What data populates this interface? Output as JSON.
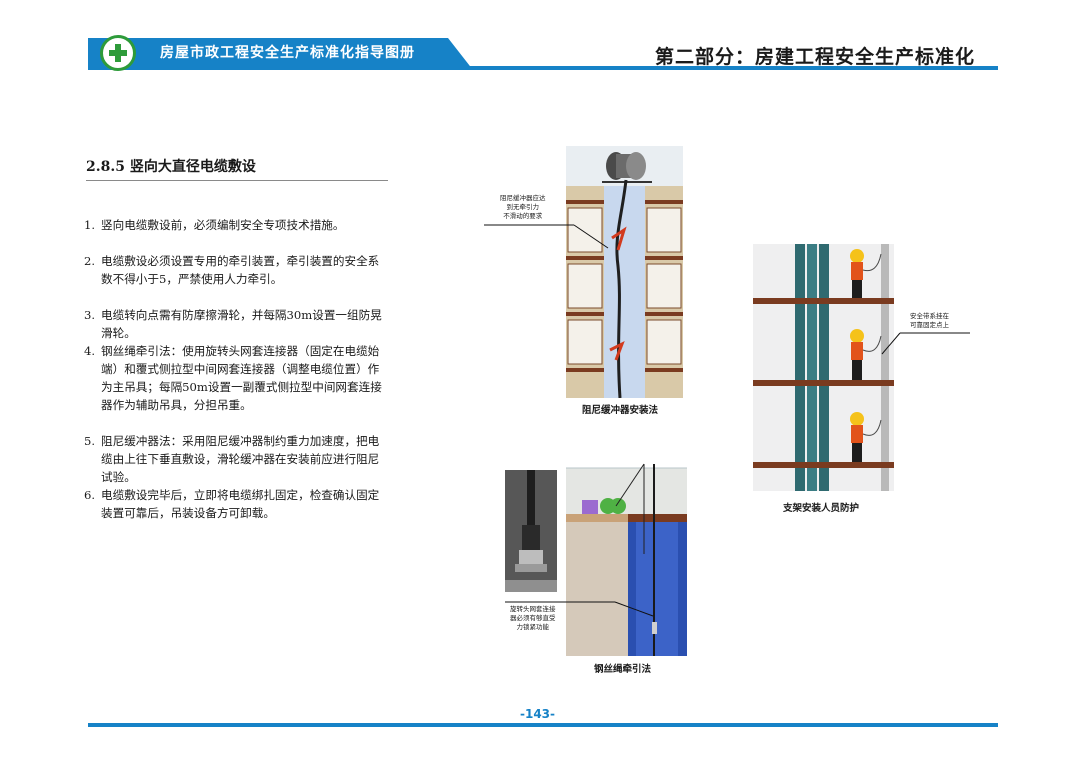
{
  "header": {
    "book_title": "房屋市政工程安全生产标准化指导图册",
    "part_title": "第二部分：房建工程安全生产标准化"
  },
  "section": {
    "title": "2.8.5 竖向大直径电缆敷设",
    "items": [
      {
        "num": "1.",
        "text": "竖向电缆敷设前，必须编制安全专项技术措施。"
      },
      {
        "num": "2.",
        "text": "电缆敷设必须设置专用的牵引装置，牵引装置的安全系数不得小于5，严禁使用人力牵引。"
      },
      {
        "num": "3.",
        "text": "电缆转向点需有防摩擦滑轮，并每隔30m设置一组防晃滑轮。"
      },
      {
        "num": "4.",
        "text": "钢丝绳牵引法：使用旋转头网套连接器（固定在电缆始端）和覆式侧拉型中间网套连接器（调整电缆位置）作为主吊具；每隔50m设置一副覆式侧拉型中间网套连接器作为辅助吊具，分担吊重。"
      },
      {
        "num": "5.",
        "text": "阻尼缓冲器法：采用阻尼缓冲器制约重力加速度，把电缆由上往下垂直敷设，滑轮缓冲器在安装前应进行阻尼试验。"
      },
      {
        "num": "6.",
        "text": "电缆敷设完毕后，立即将电缆绑扎固定，检查确认固定装置可靠后，吊装设备方可卸载。"
      }
    ]
  },
  "figures": {
    "damper": {
      "caption": "阻尼缓冲器安装法",
      "annotation": [
        "阻尼缓冲器应达",
        "到无牵引力",
        "不滑动的要求"
      ]
    },
    "wire_rope": {
      "caption": "钢丝绳牵引法",
      "annotation": [
        "旋转头网套连接",
        "器必须有够直受",
        "力锁紧功能"
      ]
    },
    "bracket": {
      "caption": "支架安装人员防护",
      "annotation": [
        "安全带系挂在",
        "可靠固定点上"
      ]
    }
  },
  "footer": {
    "page_number": "-143-"
  },
  "colors": {
    "brand_blue": "#1682c7",
    "logo_green": "#2e9b3a",
    "shaft_blue": "#2a4fb0",
    "vest_orange": "#e2531b",
    "helmet_yellow": "#f5c21a"
  }
}
